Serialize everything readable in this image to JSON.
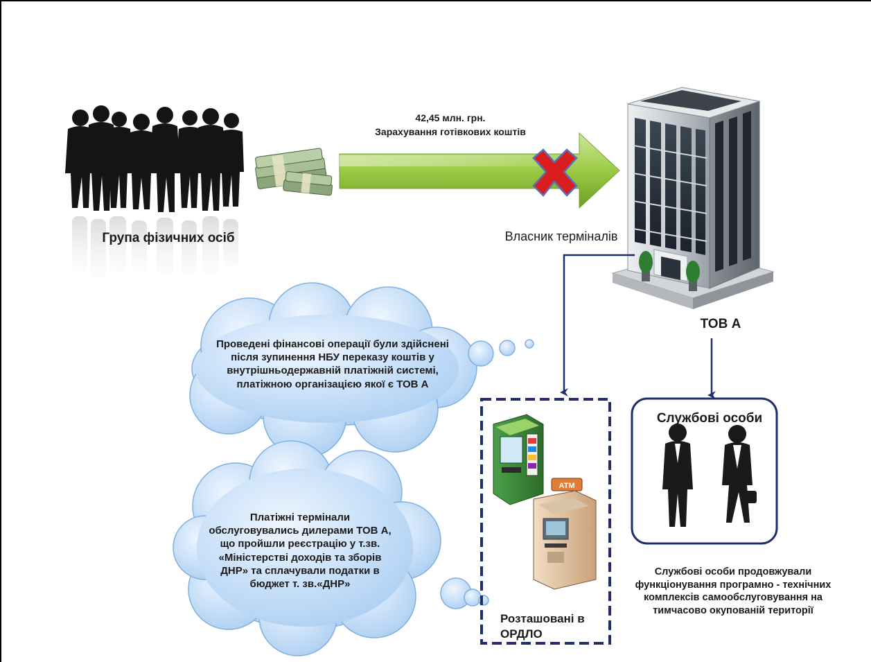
{
  "money_flow": {
    "amount": "42,45 млн. грн.",
    "description": "Зарахування готівкових коштів"
  },
  "group": {
    "label": "Група фізичних осіб"
  },
  "company": {
    "owner_label": "Власник терміналів",
    "name": "ТОВ А"
  },
  "cloud_operations": {
    "text": "Проведені фінансові операції були здійснені після  зупинення НБУ переказу коштів у внутрішньодержавній платіжній системі, платіжною організацією якої є ТОВ А"
  },
  "cloud_terminals": {
    "text": "Платіжні термінали обслуговувались дилерами ТОВ А, що пройшли реєстрацію у т.зв. «Міністерстві доходів та зборів ДНР» та сплачували податки в бюджет  т. зв.«ДНР»"
  },
  "terminals": {
    "location_label": "Розташовані в ОРДЛО",
    "atm_sign": "ATM"
  },
  "officials": {
    "title": "Службові  особи",
    "description": "Службові особи  продовжували функціонування  програмно - технічних комплексів самообслуговування на тимчасово окупованій території"
  },
  "colors": {
    "arrow_green": "#8fc43c",
    "connector_navy": "#1f2d6b",
    "cloud_blue": "#c3dcf7",
    "cross_red": "#d81e1e"
  }
}
